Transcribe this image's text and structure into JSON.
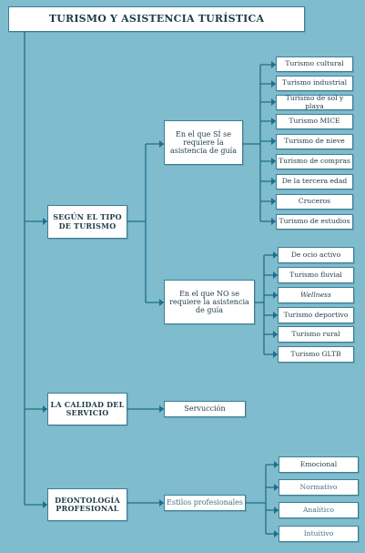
{
  "title": "TURISMO Y ASISTENCIA TURÍSTICA",
  "colors": {
    "background": "#7fbccd",
    "line": "#1f6f8a",
    "box_border": "#3a7f98"
  },
  "branches": [
    {
      "label": "SEGÚN EL TIPO DE TURISMO",
      "groups": [
        {
          "label": "En el que SÍ se requiere la asistencia de guía",
          "items": [
            "Turismo cultural",
            "Turismo industrial",
            "Turismo de sol y playa",
            "Turismo MICE",
            "Turismo de nieve",
            "Turismo de compras",
            "De la tercera edad",
            "Cruceros",
            "Turismo de estudios"
          ]
        },
        {
          "label": "En el que NO se requiere la asistencia de guía",
          "items": [
            "De ocio activo",
            "Turismo fluvial",
            "Wellness",
            "Turismo deportivo",
            "Turismo rural",
            "Turismo GLTB"
          ]
        }
      ]
    },
    {
      "label": "LA CALIDAD DEL SERVICIO",
      "child": "Servucción"
    },
    {
      "label": "DEONTOLOGÍA PROFESIONAL",
      "child": "Estilos profesionales",
      "items": [
        "Emocional",
        "Normativo",
        "Analítico",
        "Intuitivo"
      ]
    }
  ]
}
